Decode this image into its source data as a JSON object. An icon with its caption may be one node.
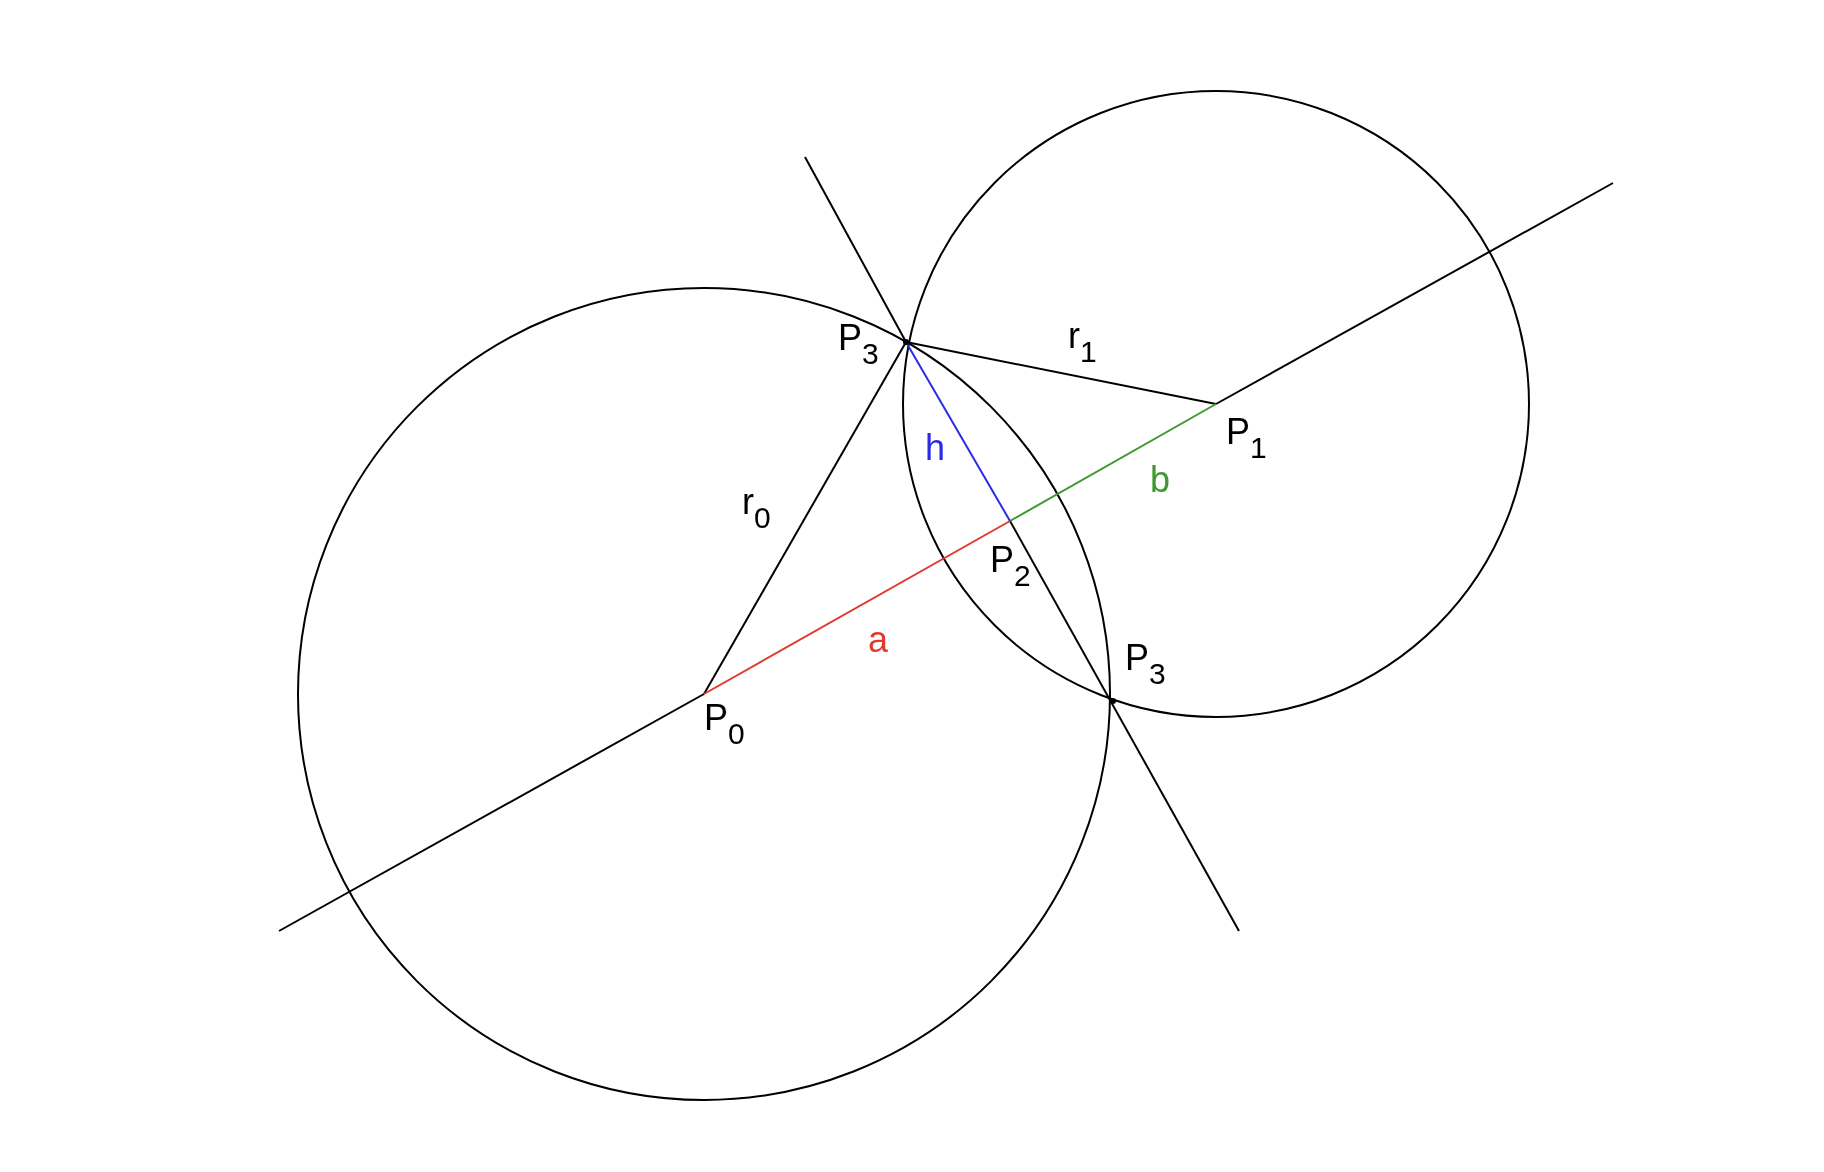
{
  "diagram": {
    "labels": [
      "P$_{3}$",
      "r$_{1}$",
      "P$_{1}$",
      "h",
      "b",
      "r$_{0}$",
      "P$_{2}$",
      "a",
      "P$_{3}$",
      "P$_{0}$"
    ]
  }
}
